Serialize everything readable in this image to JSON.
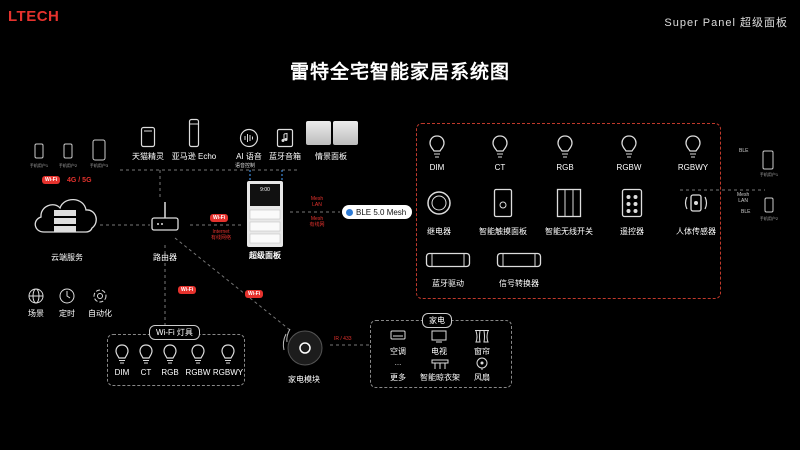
{
  "header": {
    "logo": "LTECH",
    "product": "Super Panel 超级面板",
    "title": "雷特全宅智能家居系统图"
  },
  "cloud": {
    "label": "云端服务",
    "network": "4G / 5G",
    "wifi_badge": "Wi-Fi",
    "user_labels": [
      "手机用户1",
      "手机用户2",
      "手机用户3"
    ],
    "items": [
      "场景",
      "定时",
      "自动化"
    ]
  },
  "voice": {
    "items": [
      "天猫精灵",
      "亚马逊 Echo",
      "AI 语音",
      "蓝牙音箱",
      "情景面板"
    ],
    "ai_sub": "语音控制"
  },
  "router": {
    "label": "路由器",
    "wifi_badge": "Wi-Fi",
    "link_label": [
      "Internet",
      "有线网络"
    ]
  },
  "panel": {
    "label": "超级面板",
    "screen_time": "9:00",
    "mesh_top": [
      "Mesh",
      "LAN"
    ],
    "mesh_bottom": [
      "Mesh",
      "有线网"
    ],
    "ble_label": "BLE 5.0 Mesh"
  },
  "ble_devices": {
    "bulbs": [
      "DIM",
      "CT",
      "RGB",
      "RGBW",
      "RGBWY"
    ],
    "devices": [
      "继电器",
      "智能触摸面板",
      "智能无线开关",
      "遥控器",
      "人体传感器"
    ],
    "drivers": [
      "蓝牙驱动",
      "信号转换器"
    ]
  },
  "phones_right": {
    "ble_top": "BLE",
    "mesh_lan": [
      "Mesh",
      "LAN"
    ],
    "ble_bottom": "BLE",
    "user_labels": [
      "手机用户1",
      "手机用户2"
    ]
  },
  "wifi_lights": {
    "title": "Wi-Fi 灯具",
    "wifi_badge": "Wi-Fi",
    "bulbs": [
      "DIM",
      "CT",
      "RGB",
      "RGBW",
      "RGBWY"
    ]
  },
  "appliance_module": {
    "label": "家电模块",
    "wifi_badge": "Wi-Fi",
    "ir_label": "IR / 433"
  },
  "appliances": {
    "title": "家电",
    "items": [
      "空调",
      "电视",
      "窗帘",
      "更多",
      "智能晾衣架",
      "风扇"
    ],
    "more_dots": "..."
  }
}
